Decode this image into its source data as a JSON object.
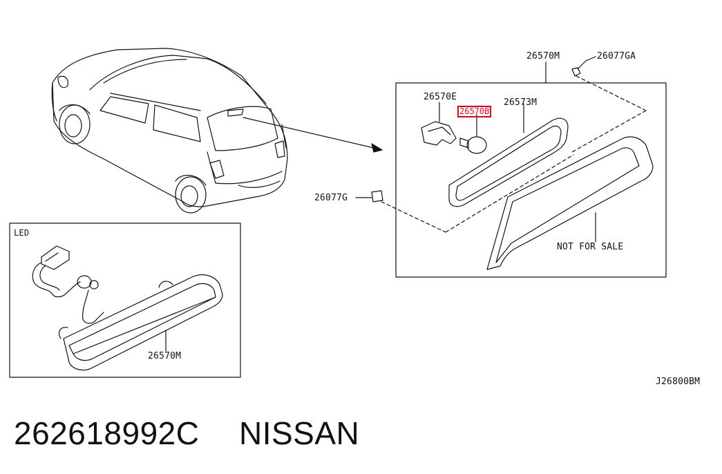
{
  "labels": {
    "housing_upper": "26570M",
    "clip_upper": "26077GA",
    "socket": "26570E",
    "bulb_highlighted": "26570B",
    "gasket": "26573M",
    "clip_lower": "26077G",
    "lens_note": "NOT FOR SALE",
    "led_tag": "LED",
    "housing_led": "26570M",
    "figure_code": "J26800BM"
  },
  "caption": {
    "part_number": "262618992C",
    "brand": "NISSAN"
  },
  "colors": {
    "line": "#111111",
    "highlight": "#d0021b"
  }
}
